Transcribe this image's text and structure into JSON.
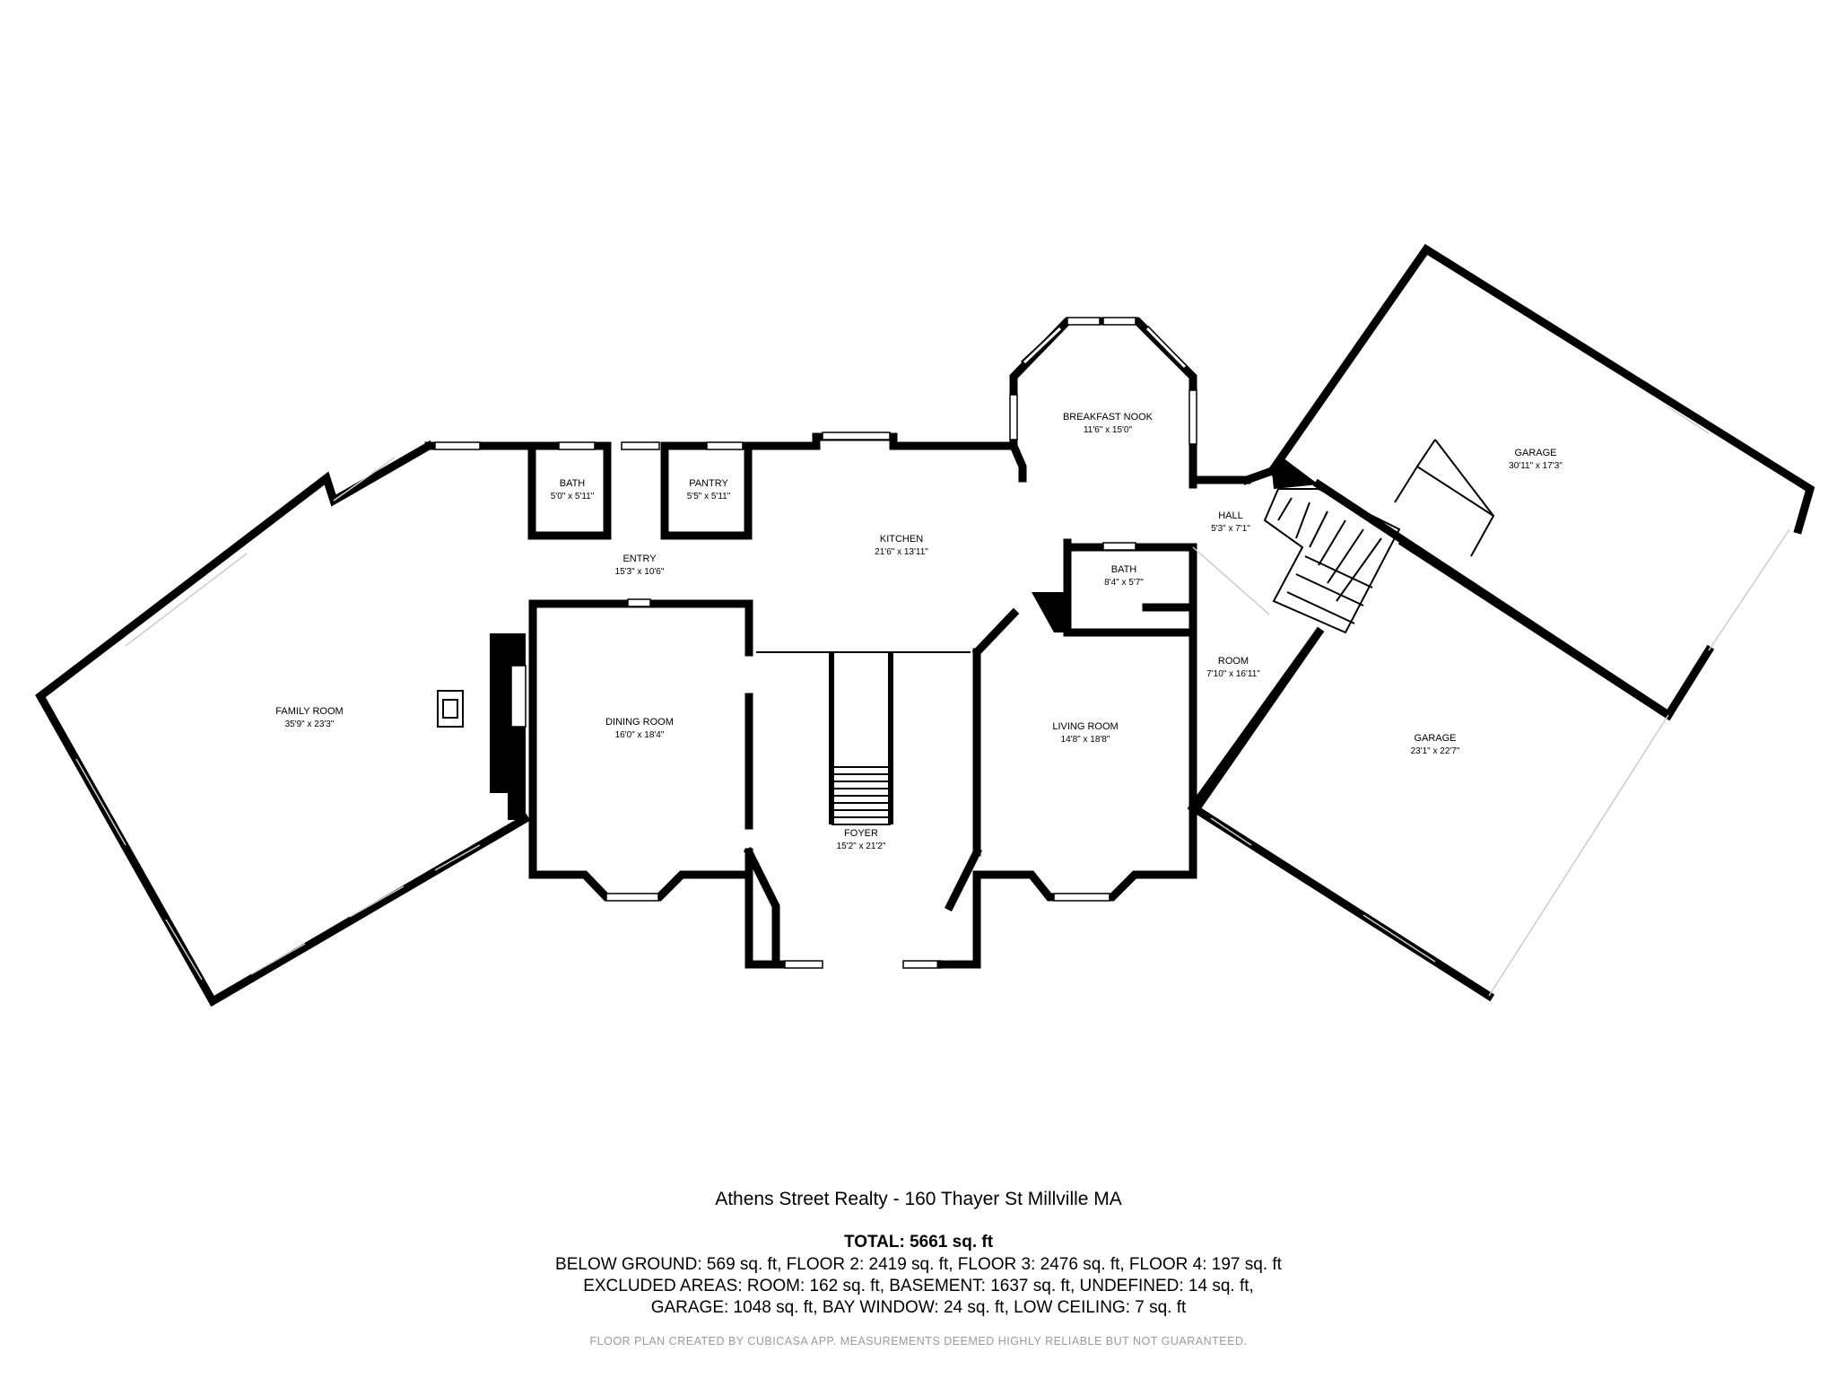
{
  "rooms": {
    "family_room": {
      "name": "FAMILY ROOM",
      "dim": "35'9\" x 23'3\""
    },
    "bath1": {
      "name": "BATH",
      "dim": "5'0\" x 5'11\""
    },
    "pantry": {
      "name": "PANTRY",
      "dim": "5'5\" x 5'11\""
    },
    "entry": {
      "name": "ENTRY",
      "dim": "15'3\" x 10'6\""
    },
    "kitchen": {
      "name": "KITCHEN",
      "dim": "21'6\" x 13'11\""
    },
    "breakfast_nook": {
      "name": "BREAKFAST NOOK",
      "dim": "11'6\" x 15'0\""
    },
    "dining_room": {
      "name": "DINING ROOM",
      "dim": "16'0\" x 18'4\""
    },
    "foyer": {
      "name": "FOYER",
      "dim": "15'2\" x 21'2\""
    },
    "bath2": {
      "name": "BATH",
      "dim": "8'4\" x 5'7\""
    },
    "living_room": {
      "name": "LIVING ROOM",
      "dim": "14'8\" x 18'8\""
    },
    "hall": {
      "name": "HALL",
      "dim": "5'3\" x 7'1\""
    },
    "room": {
      "name": "ROOM",
      "dim": "7'10\" x 16'11\""
    },
    "garage1": {
      "name": "GARAGE",
      "dim": "30'11\" x 17'3\""
    },
    "garage2": {
      "name": "GARAGE",
      "dim": "23'1\" x 22'7\""
    }
  },
  "caption": {
    "realty": "Athens Street Realty - 160 Thayer St Millville MA",
    "total": "TOTAL: 5661 sq. ft",
    "line1": "BELOW GROUND: 569 sq. ft, FLOOR 2: 2419 sq. ft, FLOOR 3: 2476 sq. ft, FLOOR 4: 197 sq. ft",
    "line2": "EXCLUDED AREAS: ROOM: 162 sq. ft, BASEMENT: 1637 sq. ft, UNDEFINED: 14 sq. ft,",
    "line3": "GARAGE: 1048 sq. ft, BAY WINDOW: 24 sq. ft, LOW CEILING: 7 sq. ft",
    "disclaimer": "FLOOR PLAN CREATED BY CUBICASA APP. MEASUREMENTS DEEMED HIGHLY RELIABLE BUT NOT GUARANTEED."
  }
}
